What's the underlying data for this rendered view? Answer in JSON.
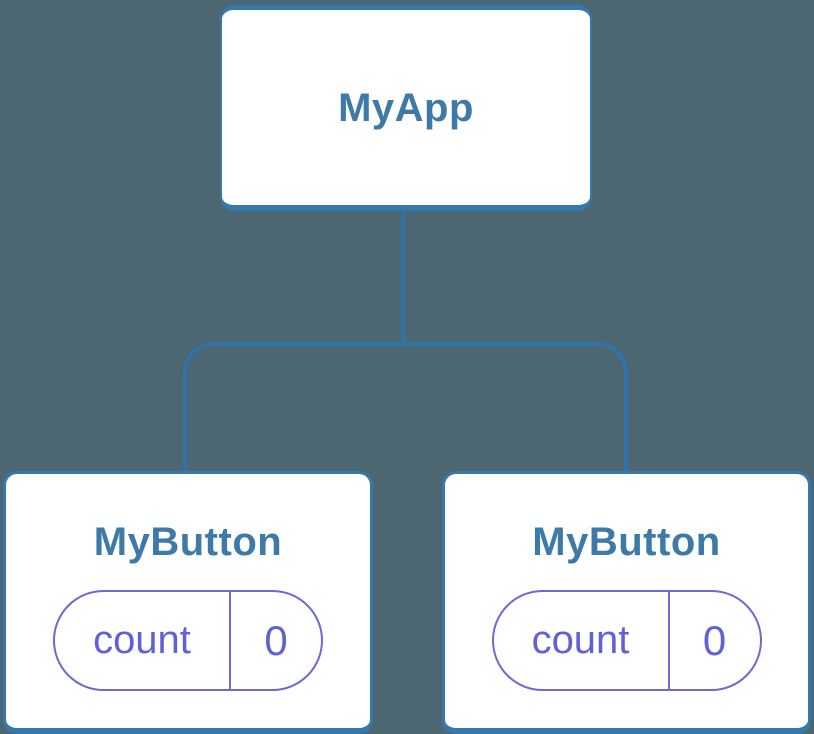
{
  "tree": {
    "root": {
      "label": "MyApp"
    },
    "children": [
      {
        "label": "MyButton",
        "state": {
          "key": "count",
          "value": "0"
        }
      },
      {
        "label": "MyButton",
        "state": {
          "key": "count",
          "value": "0"
        }
      }
    ]
  },
  "colors": {
    "background": "#4C6772",
    "node_fill": "#FFFFFF",
    "node_border": "#3478AD",
    "connector": "#2F74A8",
    "heading_text": "#3E7AA8",
    "state_border": "#6A6AD8",
    "state_text": "#6161D6"
  }
}
